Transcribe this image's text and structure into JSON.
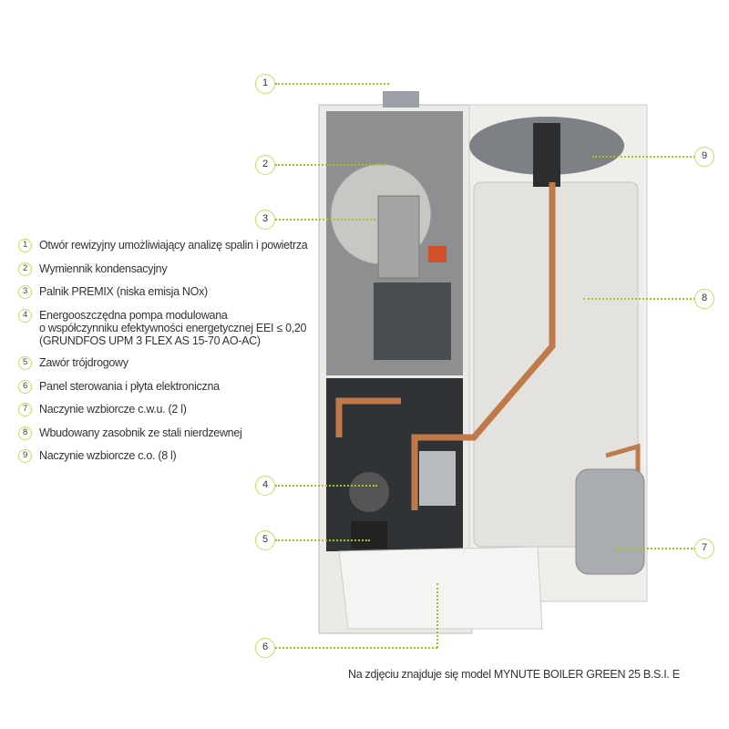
{
  "legend": [
    {
      "n": "1",
      "text": "Otwór rewizyjny umożliwiający analizę spalin i powietrza"
    },
    {
      "n": "2",
      "text": "Wymiennik kondensacyjny"
    },
    {
      "n": "3",
      "text": "Palnik PREMIX (niska emisja NOx)"
    },
    {
      "n": "4",
      "text": "Energooszczędna pompa modulowana\no współczynniku efektywności energetycznej EEI ≤ 0,20\n(GRUNDFOS UPM 3 FLEX AS 15-70 AO-AC)"
    },
    {
      "n": "5",
      "text": "Zawór trójdrogowy"
    },
    {
      "n": "6",
      "text": "Panel sterowania i płyta elektroniczna"
    },
    {
      "n": "7",
      "text": "Naczynie wzbiorcze c.w.u. (2 l)"
    },
    {
      "n": "8",
      "text": "Wbudowany zasobnik ze stali nierdzewnej"
    },
    {
      "n": "9",
      "text": "Naczynie wzbiorcze c.o. (8 l)"
    }
  ],
  "caption": "Na zdjęciu znajduje się model MYNUTE BOILER GREEN 25 B.S.I. E",
  "colors": {
    "accent": "#c9dc5a",
    "dots": "#a6c21e"
  }
}
